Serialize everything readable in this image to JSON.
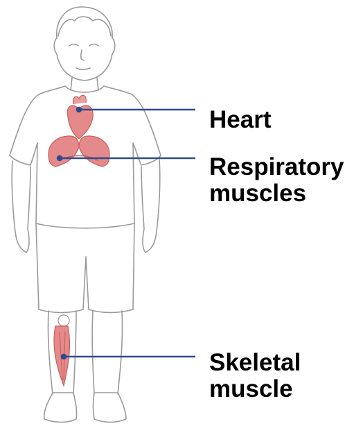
{
  "labels": {
    "heart": [
      "Heart"
    ],
    "respiratory": [
      "Respiratory",
      "muscles"
    ],
    "skeletal": [
      "Skeletal",
      "muscle"
    ]
  },
  "colors": {
    "leader_line": "#2f4b8e",
    "organ_fill": "#e58a8a",
    "organ_dark": "#c95d5d",
    "outline": "#9a9a9a"
  },
  "icons": [
    "child-figure",
    "heart-illustration",
    "lungs-diaphragm-illustration",
    "leg-muscle-illustration"
  ]
}
